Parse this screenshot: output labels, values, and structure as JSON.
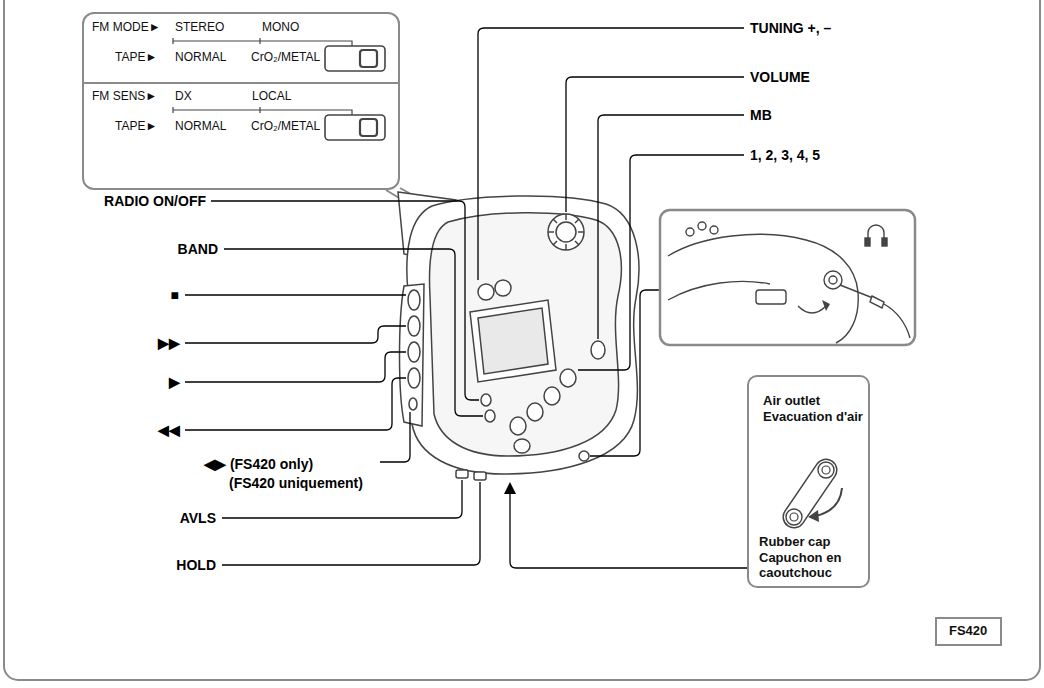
{
  "diagram": {
    "nodes": [
      {
        "text": [
          "FM MODE►",
          "STEREO",
          "MONO",
          "TAPE►",
          "NORMAL",
          "CrO₂/METAL",
          "FM SENS►",
          "DX",
          "LOCAL",
          "TAPE►",
          "NORMAL",
          "CrO₂/METAL"
        ]
      },
      {
        "text": [
          "Air outlet",
          "Evacuation d'air",
          "Rubber cap",
          "Capuchon en caoutchouc"
        ]
      },
      {
        "text": [
          "FS420"
        ]
      }
    ],
    "labels": [
      "TUNING +, –",
      "VOLUME",
      "MB",
      "1, 2, 3, 4, 5",
      "RADIO ON/OFF",
      "BAND",
      "■",
      "▶▶",
      "▶",
      "◀◀",
      "◀▶ (FS420 only)",
      "(FS420 uniquement)",
      "AVLS",
      "HOLD"
    ]
  }
}
